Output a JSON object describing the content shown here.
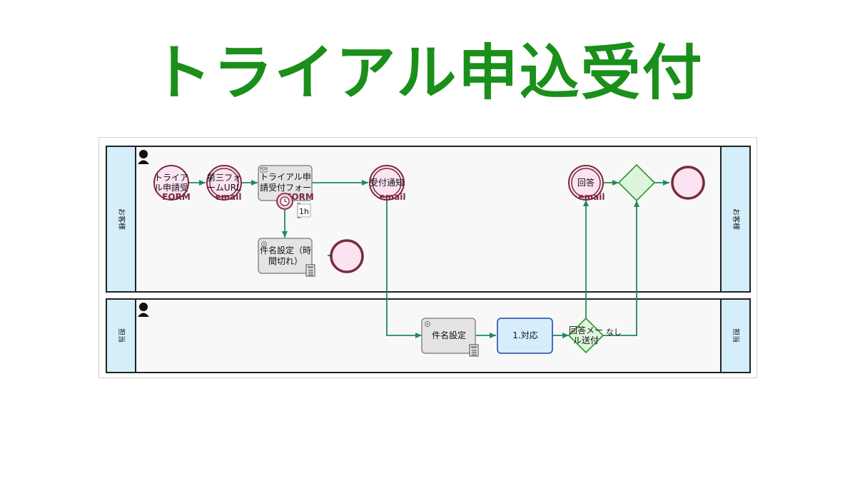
{
  "title": "トライアル申込受付",
  "lanes": [
    {
      "name": "お客様"
    },
    {
      "name": "担当"
    }
  ],
  "nodes": {
    "start_form": {
      "label": [
        "トライア",
        "ル申請受"
      ],
      "type_label": "FORM"
    },
    "throw_url": {
      "label": [
        "第三フォ",
        "ームURL"
      ],
      "type_label": "email"
    },
    "task_form": {
      "label": [
        "トライアル申",
        "請受付フォー"
      ],
      "type_label": "FORM"
    },
    "timer_annotation": "1h",
    "task_subject_timeout": {
      "label": [
        "件名設定（時",
        "間切れ）"
      ]
    },
    "throw_notify": {
      "label": [
        "受付通知"
      ],
      "type_label": "email"
    },
    "throw_answer": {
      "label": [
        "回答"
      ],
      "type_label": "email"
    },
    "task_subject": {
      "label": [
        "件名設定"
      ]
    },
    "task_handle": {
      "label": [
        "1.対応"
      ]
    },
    "gateway_mail": {
      "label": [
        "回答メー",
        "ル送付"
      ],
      "branch_label": "なし"
    }
  },
  "colors": {
    "flow": "#1e8a5c",
    "event_fill": "#fbe3f1",
    "event_stroke": "#7a2a3e",
    "task_fill": "#e4e4e4",
    "task_stroke": "#8a8a8a",
    "human_task_fill": "#d6eefb",
    "human_task_stroke": "#3a5fb0",
    "gateway_fill": "#dcf5dc",
    "gateway_stroke": "#3a9a3a",
    "lane_header_fill": "#d4eefa",
    "title": "#1a8f1a"
  }
}
